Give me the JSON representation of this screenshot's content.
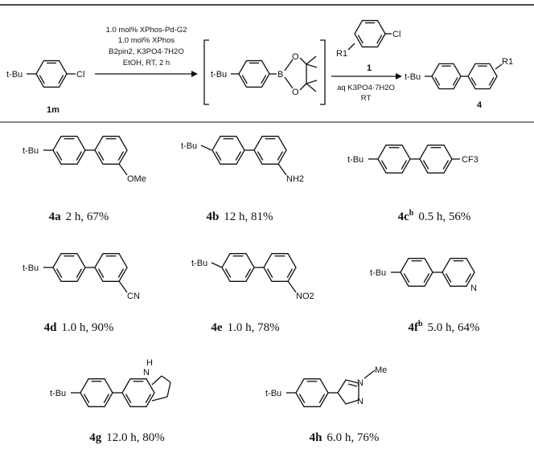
{
  "scheme": {
    "start_material_substituent": "t-Bu",
    "start_material_leaving_group": "Cl",
    "start_material_label": "1m",
    "step1_conditions": [
      "1.0 mol% XPhos-Pd-G2",
      "1.0 mol% XPhos",
      "B2pin2, K3PO4·7H2O",
      "EtOH, RT, 2 h"
    ],
    "intermediate_substituent": "t-Bu",
    "intermediate_boron": "B",
    "intermediate_oxygen": "O",
    "reagent_leaving_group": "Cl",
    "reagent_substituent": "R1",
    "reagent_label": "1",
    "step2_conditions": [
      "aq K3PO4·7H2O",
      "RT"
    ],
    "product_substituent": "t-Bu",
    "product_r_group": "R1",
    "product_label": "4"
  },
  "products": [
    {
      "id": "4a",
      "sup": "",
      "time": "2 h",
      "yield": "67%",
      "tbu": "t-Bu",
      "group": "OMe"
    },
    {
      "id": "4b",
      "sup": "",
      "time": "12 h",
      "yield": "81%",
      "tbu": "t-Bu",
      "group": "NH2"
    },
    {
      "id": "4c",
      "sup": "b",
      "time": "0.5 h",
      "yield": "56%",
      "tbu": "t-Bu",
      "group": "CF3"
    },
    {
      "id": "4d",
      "sup": "",
      "time": "1.0 h",
      "yield": "90%",
      "tbu": "t-Bu",
      "group": "CN"
    },
    {
      "id": "4e",
      "sup": "",
      "time": "1.0 h",
      "yield": "78%",
      "tbu": "t-Bu",
      "group": "NO2"
    },
    {
      "id": "4f",
      "sup": "b",
      "time": "5.0 h",
      "yield": "64%",
      "tbu": "t-Bu",
      "group": "N"
    },
    {
      "id": "4g",
      "sup": "",
      "time": "12.0 h",
      "yield": "80%",
      "tbu": "t-Bu",
      "group": "H"
    },
    {
      "id": "4h",
      "sup": "",
      "time": "6.0 h",
      "yield": "76%",
      "tbu": "t-Bu",
      "group": "Me"
    }
  ],
  "extra_atoms": {
    "indole_n": "N",
    "pyrazole_n1": "N",
    "pyrazole_n2": "N"
  }
}
